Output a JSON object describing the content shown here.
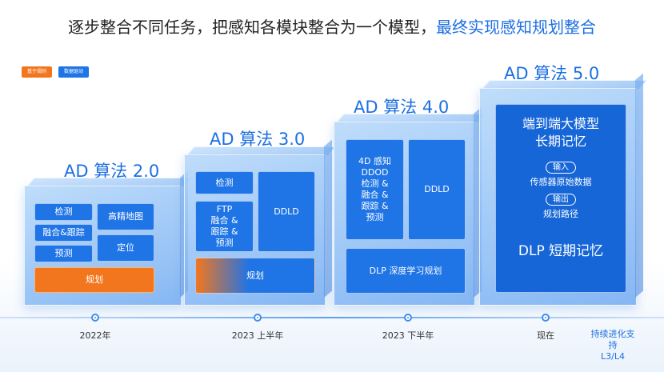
{
  "title": {
    "main": "逐步整合不同任务，把感知各模块整合为一个模型，",
    "highlight": "最终实现感知规划整合"
  },
  "legend": [
    {
      "label": "基于规则",
      "color": "#f2761e"
    },
    {
      "label": "数据驱动",
      "color": "#1f74e6"
    }
  ],
  "stages": [
    {
      "heading": "AD 算法 2.0",
      "boxes": [
        "检测",
        "融合&跟踪",
        "预测",
        "高精地图",
        "定位",
        "规划"
      ]
    },
    {
      "heading": "AD 算法 3.0",
      "boxes": [
        "检测",
        "FTP\n融合 &\n跟踪 &\n预测",
        "DDLD",
        "规划"
      ]
    },
    {
      "heading": "AD 算法 4.0",
      "boxes": [
        "4D 感知\nDDOD\n检测 &\n融合 &\n跟踪 &\n预测",
        "DDLD",
        "DLP 深度学习规划"
      ]
    },
    {
      "heading": "AD 算法 5.0",
      "e2e_title": "端到端大模型\n长期记忆",
      "input_pill": "输入",
      "input_text": "传感器原始数据",
      "output_pill": "输出",
      "output_text": "规划路径",
      "dlp": "DLP 短期记忆"
    }
  ],
  "timeline": [
    {
      "label": "2022年"
    },
    {
      "label": "2023 上半年"
    },
    {
      "label": "2023 下半年"
    },
    {
      "label": "现在"
    }
  ],
  "timeline_note": "持续进化支持\nL3/L4"
}
